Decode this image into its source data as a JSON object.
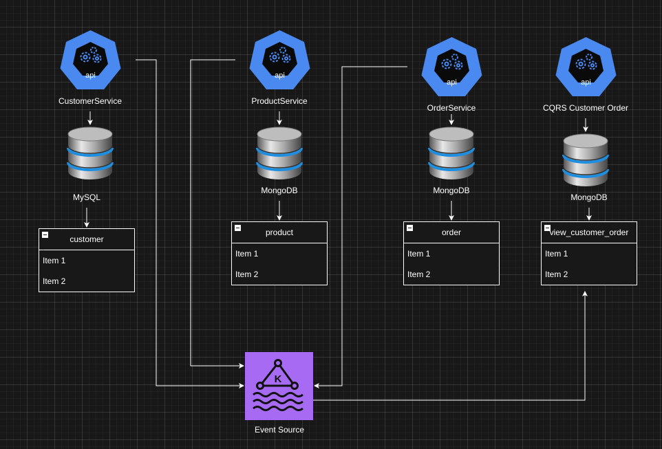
{
  "api_label": "api",
  "services": [
    {
      "name": "CustomerService",
      "db": "MySQL",
      "table": "customer",
      "items": [
        "Item 1",
        "Item 2"
      ]
    },
    {
      "name": "ProductService",
      "db": "MongoDB",
      "table": "product",
      "items": [
        "Item 1",
        "Item 2"
      ]
    },
    {
      "name": "OrderService",
      "db": "MongoDB",
      "table": "order",
      "items": [
        "Item 1",
        "Item 2"
      ]
    },
    {
      "name": "CQRS Customer Order",
      "db": "MongoDB",
      "table": "view_customer_order",
      "items": [
        "Item 1",
        "Item 2"
      ]
    }
  ],
  "kafka": {
    "label": "Event Source",
    "glyph": "K",
    "color": "#A66BF2"
  },
  "colors": {
    "api": "#4A8AF0",
    "edge": "#FFFFFF"
  }
}
